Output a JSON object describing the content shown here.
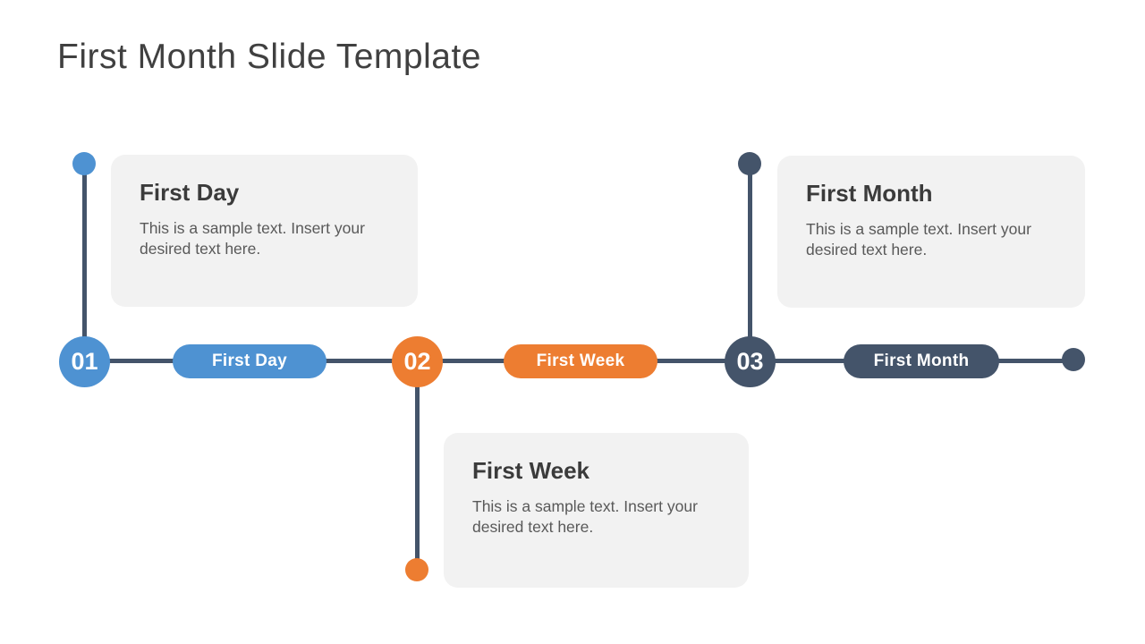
{
  "slide": {
    "title": "First Month Slide Template"
  },
  "colors": {
    "blue": "#4E92D2",
    "orange": "#ED7D31",
    "navy": "#44546A",
    "card_bg": "#F2F2F2",
    "title_text": "#404040",
    "heading_text": "#3B3B3B",
    "body_text": "#595959"
  },
  "milestones": [
    {
      "number": "01",
      "pill_label": "First Day",
      "card_title": "First Day",
      "card_body": "This is a sample text. Insert your desired text here.",
      "accent": "blue",
      "card_position": "above"
    },
    {
      "number": "02",
      "pill_label": "First Week",
      "card_title": "First Week",
      "card_body": "This is a sample text. Insert your desired text here.",
      "accent": "orange",
      "card_position": "below"
    },
    {
      "number": "03",
      "pill_label": "First Month",
      "card_title": "First Month",
      "card_body": "This is a sample text. Insert your desired text here.",
      "accent": "navy",
      "card_position": "above"
    }
  ]
}
